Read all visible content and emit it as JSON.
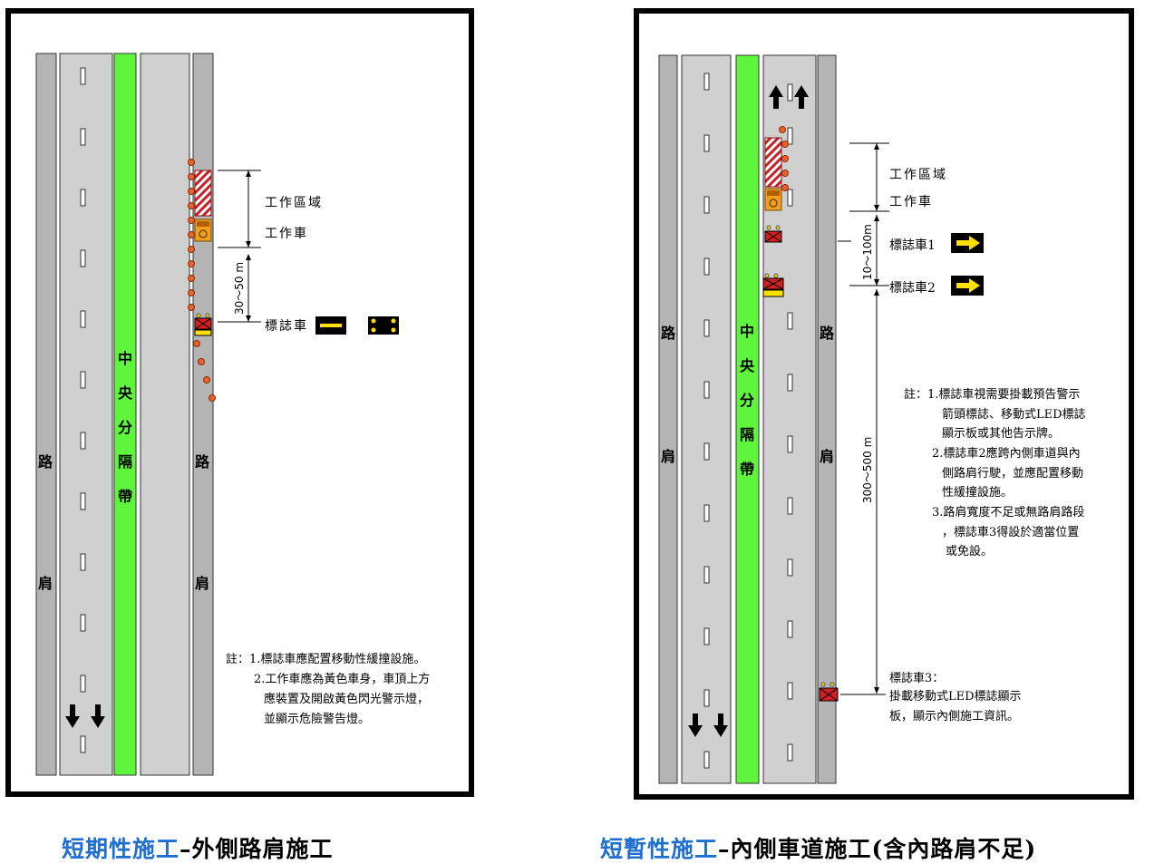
{
  "left": {
    "shoulder_chars": [
      "路",
      "肩"
    ],
    "median_chars": [
      "中",
      "央",
      "分",
      "隔",
      "帶"
    ],
    "work_zone_label": "工作區域",
    "work_vehicle_label": "工作車",
    "distance_label": "30～50 m",
    "sign_vehicle_label": "標誌車",
    "notes": [
      "註：1.標誌車應配置移動性緩撞設施。",
      "2.工作車應為黃色車身，車頂上方",
      "應裝置及開啟黃色閃光警示燈，",
      "並顯示危險警告燈。"
    ],
    "caption_highlight": "短期性施工",
    "caption_rest": "–外側路肩施工"
  },
  "right": {
    "shoulder_chars": [
      "路",
      "肩"
    ],
    "median_chars": [
      "中",
      "央",
      "分",
      "隔",
      "帶"
    ],
    "work_zone_label": "工作區域",
    "work_vehicle_label": "工作車",
    "distance_1_label": "10～100m",
    "distance_2_label": "300～500 m",
    "sign_vehicle_1_label": "標誌車1",
    "sign_vehicle_2_label": "標誌車2",
    "notes": [
      "註：1.標誌車視需要掛載預告警示",
      "箭頭標誌、移動式LED標誌",
      "顯示板或其他告示牌。",
      "2.標誌車2應跨內側車道與內",
      "側路肩行駛，並應配置移動",
      "性緩撞設施。",
      "3.路肩寬度不足或無路肩路段",
      "，標誌車3得設於適當位置",
      "或免設。"
    ],
    "sign_vehicle_3_lines": [
      "標誌車3：",
      "掛載移動式LED標誌顯示",
      "板，顯示內側施工資訊。"
    ],
    "caption_highlight": "短暫性施工",
    "caption_rest": "–內側車道施工(含內路肩不足)"
  },
  "colors": {
    "road": "#c8c8c8",
    "median": "#5ef53c",
    "cone": "#e8642c",
    "work_zone_hatch": "#c8202a",
    "work_vehicle": "#f0a020",
    "sign_board": "#000000",
    "sign_arrow": "#ffe000",
    "caption_highlight": "#1f6fd1"
  }
}
